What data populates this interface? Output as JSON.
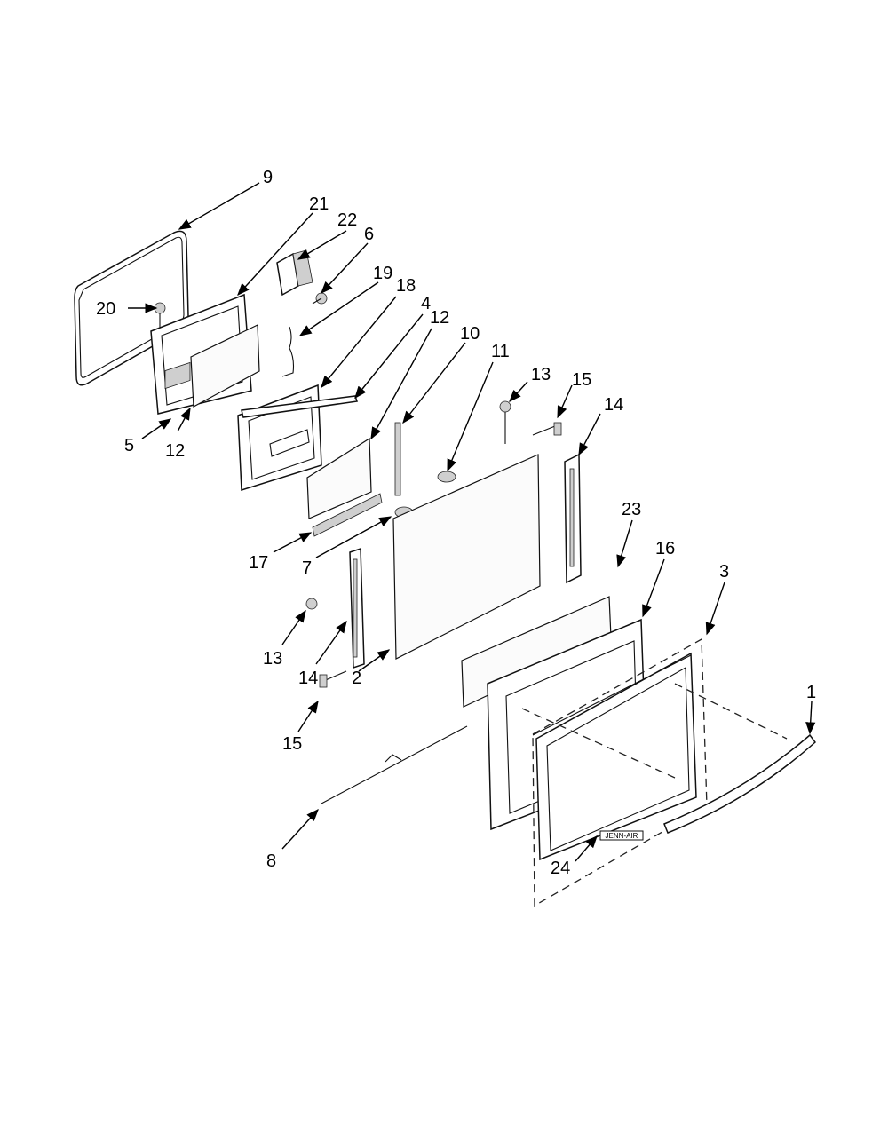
{
  "callouts": [
    {
      "id": "c9",
      "label": "9"
    },
    {
      "id": "c21",
      "label": "21"
    },
    {
      "id": "c22",
      "label": "22"
    },
    {
      "id": "c6",
      "label": "6"
    },
    {
      "id": "c20",
      "label": "20"
    },
    {
      "id": "c19",
      "label": "19"
    },
    {
      "id": "c18",
      "label": "18"
    },
    {
      "id": "c4",
      "label": "4"
    },
    {
      "id": "c12a",
      "label": "12"
    },
    {
      "id": "c10",
      "label": "10"
    },
    {
      "id": "c11",
      "label": "11"
    },
    {
      "id": "c13a",
      "label": "13"
    },
    {
      "id": "c15a",
      "label": "15"
    },
    {
      "id": "c14a",
      "label": "14"
    },
    {
      "id": "c5",
      "label": "5"
    },
    {
      "id": "c12b",
      "label": "12"
    },
    {
      "id": "c17",
      "label": "17"
    },
    {
      "id": "c7",
      "label": "7"
    },
    {
      "id": "c23",
      "label": "23"
    },
    {
      "id": "c16",
      "label": "16"
    },
    {
      "id": "c3",
      "label": "3"
    },
    {
      "id": "c13b",
      "label": "13"
    },
    {
      "id": "c14b",
      "label": "14"
    },
    {
      "id": "c2",
      "label": "2"
    },
    {
      "id": "c1",
      "label": "1"
    },
    {
      "id": "c15b",
      "label": "15"
    },
    {
      "id": "c8",
      "label": "8"
    },
    {
      "id": "c24",
      "label": "24"
    }
  ],
  "badge_text": "JENN-AIR"
}
